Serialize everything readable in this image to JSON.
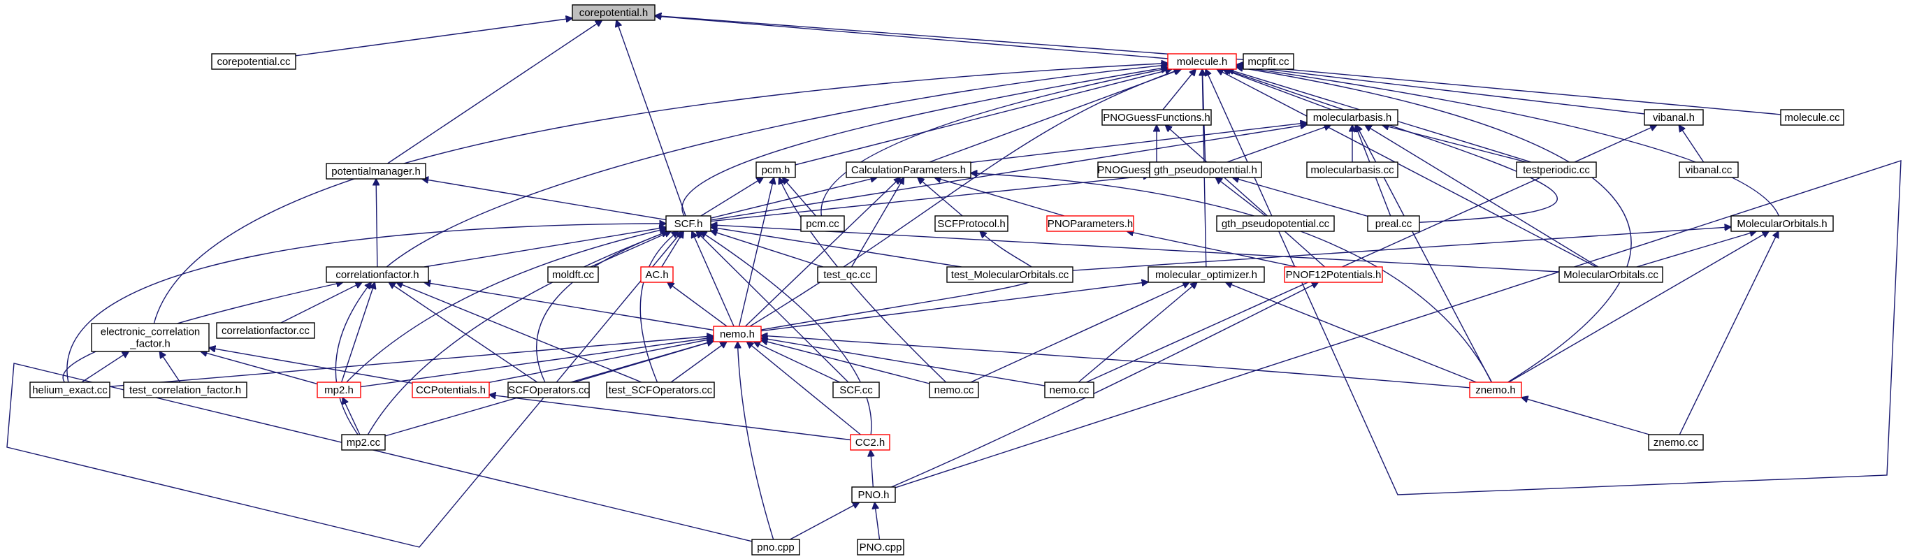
{
  "graph": {
    "colors": {
      "edge": "#191970",
      "node_border": "#000000",
      "incomplete_node_border": "#ff0000",
      "root_fill": "#bfbfbf",
      "background": "#ffffff"
    },
    "nodes": [
      {
        "id": "corepotential_h",
        "label": "corepotential.h",
        "root": true
      },
      {
        "id": "corepotential_cc",
        "label": "corepotential.cc"
      },
      {
        "id": "molecule_h",
        "label": "molecule.h",
        "incomplete": true
      },
      {
        "id": "mcpfit_cc",
        "label": "mcpfit.cc"
      },
      {
        "id": "pnoguess_h",
        "label": "PNOGuessFunctions.h"
      },
      {
        "id": "molecularbasis_h",
        "label": "molecularbasis.h"
      },
      {
        "id": "vibanal_h",
        "label": "vibanal.h"
      },
      {
        "id": "molecule_cc",
        "label": "molecule.cc"
      },
      {
        "id": "potentialmanager_h",
        "label": "potentialmanager.h"
      },
      {
        "id": "pcm_h",
        "label": "pcm.h"
      },
      {
        "id": "calcparams_h",
        "label": "CalculationParameters.h"
      },
      {
        "id": "pnoguess_cpp",
        "label": "PNOGuessFunctions.cpp"
      },
      {
        "id": "gth_h",
        "label": "gth_pseudopotential.h"
      },
      {
        "id": "molecularbasis_cc",
        "label": "molecularbasis.cc"
      },
      {
        "id": "testperiodic_cc",
        "label": "testperiodic.cc"
      },
      {
        "id": "vibanal_cc",
        "label": "vibanal.cc"
      },
      {
        "id": "scf_h",
        "label": "SCF.h"
      },
      {
        "id": "pcm_cc",
        "label": "pcm.cc"
      },
      {
        "id": "scfprotocol_h",
        "label": "SCFProtocol.h"
      },
      {
        "id": "pnoparams_h",
        "label": "PNOParameters.h",
        "incomplete": true
      },
      {
        "id": "gth_cc",
        "label": "gth_pseudopotential.cc"
      },
      {
        "id": "preal_cc",
        "label": "preal.cc"
      },
      {
        "id": "molecularorbitals_h",
        "label": "MolecularOrbitals.h"
      },
      {
        "id": "corrfactor_h",
        "label": "correlationfactor.h"
      },
      {
        "id": "moldft_cc",
        "label": "moldft.cc"
      },
      {
        "id": "ac_h",
        "label": "AC.h",
        "incomplete": true
      },
      {
        "id": "test_qc_cc",
        "label": "test_qc.cc"
      },
      {
        "id": "test_mo_cc",
        "label": "test_MolecularOrbitals.cc"
      },
      {
        "id": "molopt_h",
        "label": "molecular_optimizer.h"
      },
      {
        "id": "pnof12_h",
        "label": "PNOF12Potentials.h",
        "incomplete": true
      },
      {
        "id": "molecularorbitals_cc",
        "label": "MolecularOrbitals.cc"
      },
      {
        "id": "corrfactor_cc",
        "label": "correlationfactor.cc"
      },
      {
        "id": "ecf_h",
        "label": "electronic_correlation\n_factor.h"
      },
      {
        "id": "nemo_h",
        "label": "nemo.h",
        "incomplete": true
      },
      {
        "id": "helium_cc",
        "label": "helium_exact.cc"
      },
      {
        "id": "test_cf_h",
        "label": "test_correlation_factor.h"
      },
      {
        "id": "mp2_h",
        "label": "mp2.h",
        "incomplete": true
      },
      {
        "id": "ccpot_h",
        "label": "CCPotentials.h",
        "incomplete": true
      },
      {
        "id": "scfops_cc",
        "label": "SCFOperators.cc"
      },
      {
        "id": "test_scfops_cc",
        "label": "test_SCFOperators.cc"
      },
      {
        "id": "scf_cc",
        "label": "SCF.cc"
      },
      {
        "id": "nemo_cc_a",
        "label": "nemo.cc"
      },
      {
        "id": "nemo_cc_b",
        "label": "nemo.cc"
      },
      {
        "id": "znemo_h",
        "label": "znemo.h",
        "incomplete": true
      },
      {
        "id": "mp2_cc",
        "label": "mp2.cc"
      },
      {
        "id": "cc2_h",
        "label": "CC2.h",
        "incomplete": true
      },
      {
        "id": "znemo_cc",
        "label": "znemo.cc"
      },
      {
        "id": "pno_h",
        "label": "PNO.h"
      },
      {
        "id": "pno_cpp",
        "label": "pno.cpp"
      },
      {
        "id": "pno_cpp2",
        "label": "PNO.cpp"
      }
    ],
    "edges": [
      [
        "corepotential_cc",
        "corepotential_h"
      ],
      [
        "molecule_h",
        "corepotential_h"
      ],
      [
        "mcpfit_cc",
        "corepotential_h"
      ],
      [
        "potentialmanager_h",
        "corepotential_h"
      ],
      [
        "scf_h",
        "corepotential_h"
      ],
      [
        "pnoguess_h",
        "molecule_h"
      ],
      [
        "molecularbasis_h",
        "molecule_h"
      ],
      [
        "vibanal_h",
        "molecule_h"
      ],
      [
        "molecule_cc",
        "molecule_h"
      ],
      [
        "pcm_h",
        "molecule_h"
      ],
      [
        "calcparams_h",
        "molecule_h"
      ],
      [
        "gth_h",
        "molecule_h"
      ],
      [
        "testperiodic_cc",
        "molecule_h"
      ],
      [
        "scf_h",
        "molecule_h"
      ],
      [
        "pcm_cc",
        "molecule_h"
      ],
      [
        "preal_cc",
        "molecule_h"
      ],
      [
        "molecularorbitals_h",
        "molecule_h"
      ],
      [
        "molecularorbitals_cc",
        "molecule_h"
      ],
      [
        "corrfactor_h",
        "molecule_h"
      ],
      [
        "ecf_h",
        "molecule_h"
      ],
      [
        "molopt_h",
        "molecule_h"
      ],
      [
        "znemo_h",
        "molecule_h"
      ],
      [
        "pno_h",
        "molecule_h"
      ],
      [
        "nemo_h",
        "molecule_h"
      ],
      [
        "pnoguess_cpp",
        "pnoguess_h"
      ],
      [
        "pnof12_h",
        "pnoguess_h"
      ],
      [
        "calcparams_h",
        "molecularbasis_h"
      ],
      [
        "gth_h",
        "molecularbasis_h"
      ],
      [
        "molecularbasis_cc",
        "molecularbasis_h"
      ],
      [
        "testperiodic_cc",
        "molecularbasis_h"
      ],
      [
        "preal_cc",
        "molecularbasis_h"
      ],
      [
        "molecularorbitals_cc",
        "molecularbasis_h"
      ],
      [
        "znemo_h",
        "molecularbasis_h"
      ],
      [
        "scf_h",
        "molecularbasis_h"
      ],
      [
        "vibanal_cc",
        "vibanal_h"
      ],
      [
        "nemo_cc_b",
        "vibanal_h"
      ],
      [
        "corrfactor_h",
        "potentialmanager_h"
      ],
      [
        "scf_h",
        "potentialmanager_h"
      ],
      [
        "scf_h",
        "pcm_h"
      ],
      [
        "pcm_cc",
        "pcm_h"
      ],
      [
        "nemo_h",
        "pcm_h"
      ],
      [
        "nemo_cc_a",
        "pcm_h"
      ],
      [
        "scf_h",
        "calcparams_h"
      ],
      [
        "scfprotocol_h",
        "calcparams_h"
      ],
      [
        "pnoparams_h",
        "calcparams_h"
      ],
      [
        "test_qc_cc",
        "calcparams_h"
      ],
      [
        "nemo_h",
        "calcparams_h"
      ],
      [
        "znemo_h",
        "calcparams_h"
      ],
      [
        "scf_h",
        "gth_h"
      ],
      [
        "gth_cc",
        "gth_h"
      ],
      [
        "preal_cc",
        "gth_h"
      ],
      [
        "corrfactor_h",
        "scf_h"
      ],
      [
        "moldft_cc",
        "scf_h"
      ],
      [
        "ac_h",
        "scf_h"
      ],
      [
        "test_qc_cc",
        "scf_h"
      ],
      [
        "test_mo_cc",
        "scf_h"
      ],
      [
        "molecularorbitals_cc",
        "scf_h"
      ],
      [
        "nemo_h",
        "scf_h"
      ],
      [
        "helium_cc",
        "scf_h"
      ],
      [
        "mp2_h",
        "scf_h"
      ],
      [
        "scfops_cc",
        "scf_h"
      ],
      [
        "test_scfops_cc",
        "scf_h"
      ],
      [
        "scf_cc",
        "scf_h"
      ],
      [
        "mp2_cc",
        "scf_h"
      ],
      [
        "cc2_h",
        "scf_h"
      ],
      [
        "pno_cpp",
        "scf_h"
      ],
      [
        "nemo_h",
        "scfprotocol_h"
      ],
      [
        "pnof12_h",
        "pnoparams_h"
      ],
      [
        "test_mo_cc",
        "molecularorbitals_h"
      ],
      [
        "molecularorbitals_cc",
        "molecularorbitals_h"
      ],
      [
        "znemo_h",
        "molecularorbitals_h"
      ],
      [
        "znemo_cc",
        "molecularorbitals_h"
      ],
      [
        "corrfactor_cc",
        "corrfactor_h"
      ],
      [
        "helium_cc",
        "corrfactor_h"
      ],
      [
        "nemo_h",
        "corrfactor_h"
      ],
      [
        "mp2_h",
        "corrfactor_h"
      ],
      [
        "scfops_cc",
        "corrfactor_h"
      ],
      [
        "test_scfops_cc",
        "corrfactor_h"
      ],
      [
        "mp2_cc",
        "corrfactor_h"
      ],
      [
        "nemo_h",
        "ac_h"
      ],
      [
        "nemo_h",
        "molopt_h"
      ],
      [
        "nemo_cc_a",
        "molopt_h"
      ],
      [
        "nemo_cc_b",
        "molopt_h"
      ],
      [
        "znemo_h",
        "molopt_h"
      ],
      [
        "pno_h",
        "pnof12_h"
      ],
      [
        "helium_cc",
        "ecf_h"
      ],
      [
        "test_cf_h",
        "ecf_h"
      ],
      [
        "mp2_h",
        "ecf_h"
      ],
      [
        "ccpot_h",
        "ecf_h"
      ],
      [
        "helium_cc",
        "nemo_h"
      ],
      [
        "mp2_h",
        "nemo_h"
      ],
      [
        "ccpot_h",
        "nemo_h"
      ],
      [
        "scfops_cc",
        "nemo_h"
      ],
      [
        "test_scfops_cc",
        "nemo_h"
      ],
      [
        "scf_cc",
        "nemo_h"
      ],
      [
        "nemo_cc_a",
        "nemo_h"
      ],
      [
        "nemo_cc_b",
        "nemo_h"
      ],
      [
        "znemo_h",
        "nemo_h"
      ],
      [
        "mp2_cc",
        "nemo_h"
      ],
      [
        "cc2_h",
        "nemo_h"
      ],
      [
        "pno_cpp",
        "nemo_h"
      ],
      [
        "mp2_cc",
        "mp2_h"
      ],
      [
        "cc2_h",
        "ccpot_h"
      ],
      [
        "znemo_cc",
        "znemo_h"
      ],
      [
        "pno_h",
        "cc2_h"
      ],
      [
        "pno_cpp",
        "pno_h"
      ],
      [
        "pno_cpp2",
        "pno_h"
      ]
    ]
  }
}
